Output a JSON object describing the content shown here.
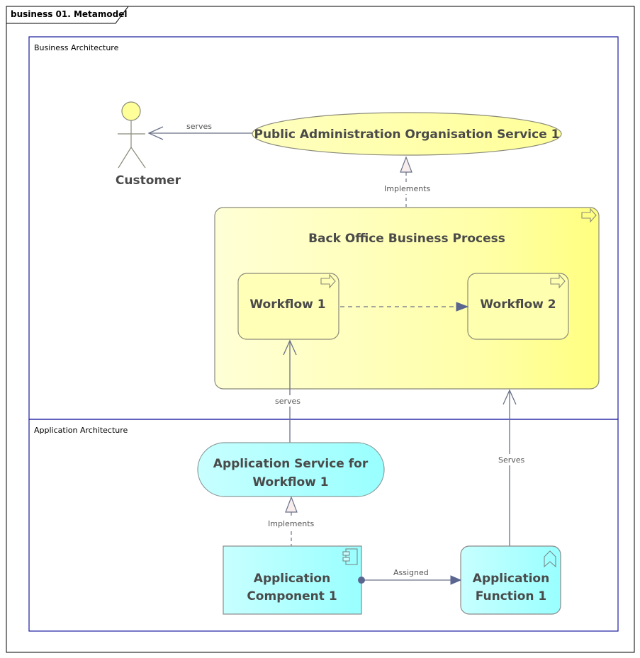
{
  "diagram": {
    "frame_title": "business 01. Metamodel",
    "lanes": [
      {
        "id": "business",
        "label": "Business Architecture"
      },
      {
        "id": "application",
        "label": "Application Architecture"
      }
    ],
    "elements": {
      "customer": {
        "label": "Customer",
        "type": "business-actor"
      },
      "public_service": {
        "label": "Public Administration Organisation Service 1",
        "type": "business-service"
      },
      "back_office": {
        "label": "Back Office Business Process",
        "type": "business-process"
      },
      "workflow1": {
        "label": "Workflow 1",
        "type": "business-process"
      },
      "workflow2": {
        "label": "Workflow 2",
        "type": "business-process"
      },
      "app_service": {
        "label_line1": "Application Service for",
        "label_line2": "Workflow 1",
        "type": "application-service"
      },
      "app_component": {
        "label_line1": "Application",
        "label_line2": "Component 1",
        "type": "application-component"
      },
      "app_function": {
        "label_line1": "Application",
        "label_line2": "Function 1",
        "type": "application-function"
      }
    },
    "connectors": [
      {
        "id": "c1",
        "from": "Public Administration Organisation Service 1",
        "to": "Customer",
        "label": "serves",
        "kind": "serving"
      },
      {
        "id": "c2",
        "from": "Back Office Business Process",
        "to": "Public Administration Organisation Service 1",
        "label": "Implements",
        "kind": "realization"
      },
      {
        "id": "c3",
        "from": "Workflow 1",
        "to": "Workflow 2",
        "label": "",
        "kind": "flow"
      },
      {
        "id": "c4",
        "from": "Application Service for Workflow 1",
        "to": "Workflow 1",
        "label": "serves",
        "kind": "serving"
      },
      {
        "id": "c5",
        "from": "Application Component 1",
        "to": "Application Service for Workflow 1",
        "label": "Implements",
        "kind": "realization"
      },
      {
        "id": "c6",
        "from": "Application Component 1",
        "to": "Application Function 1",
        "label": "Assigned",
        "kind": "assignment"
      },
      {
        "id": "c7",
        "from": "Application Function 1",
        "to": "Back Office Business Process",
        "label": "Serves",
        "kind": "serving"
      }
    ],
    "colors": {
      "business_fill": "#ffffb3",
      "business_fill_dark": "#ffff80",
      "application_fill": "#b5ffff",
      "application_fill_dark": "#99ffff",
      "lane_border": "#00008b",
      "connector": "#6a7188",
      "node_border": "#8a8a7a"
    }
  }
}
